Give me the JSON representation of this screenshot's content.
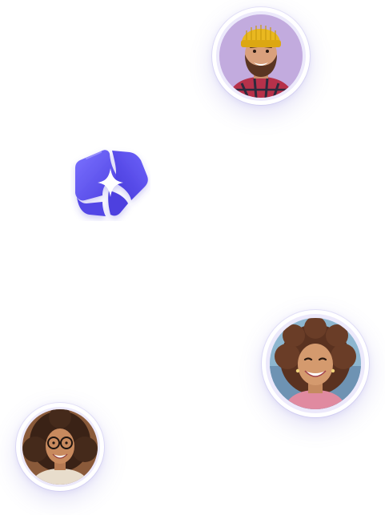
{
  "page": {
    "background": "#ffffff"
  },
  "logo": {
    "icon": "sparkle-hexagon-logo-icon",
    "color": "#5b4ff0"
  },
  "avatars": [
    {
      "name": "avatar-man-yellow-beanie",
      "accent_ring": "#ece9fb"
    },
    {
      "name": "avatar-woman-curly-hair",
      "accent_ring": "#ece9fb"
    },
    {
      "name": "avatar-woman-glasses",
      "accent_ring": "#ece9fb"
    }
  ]
}
